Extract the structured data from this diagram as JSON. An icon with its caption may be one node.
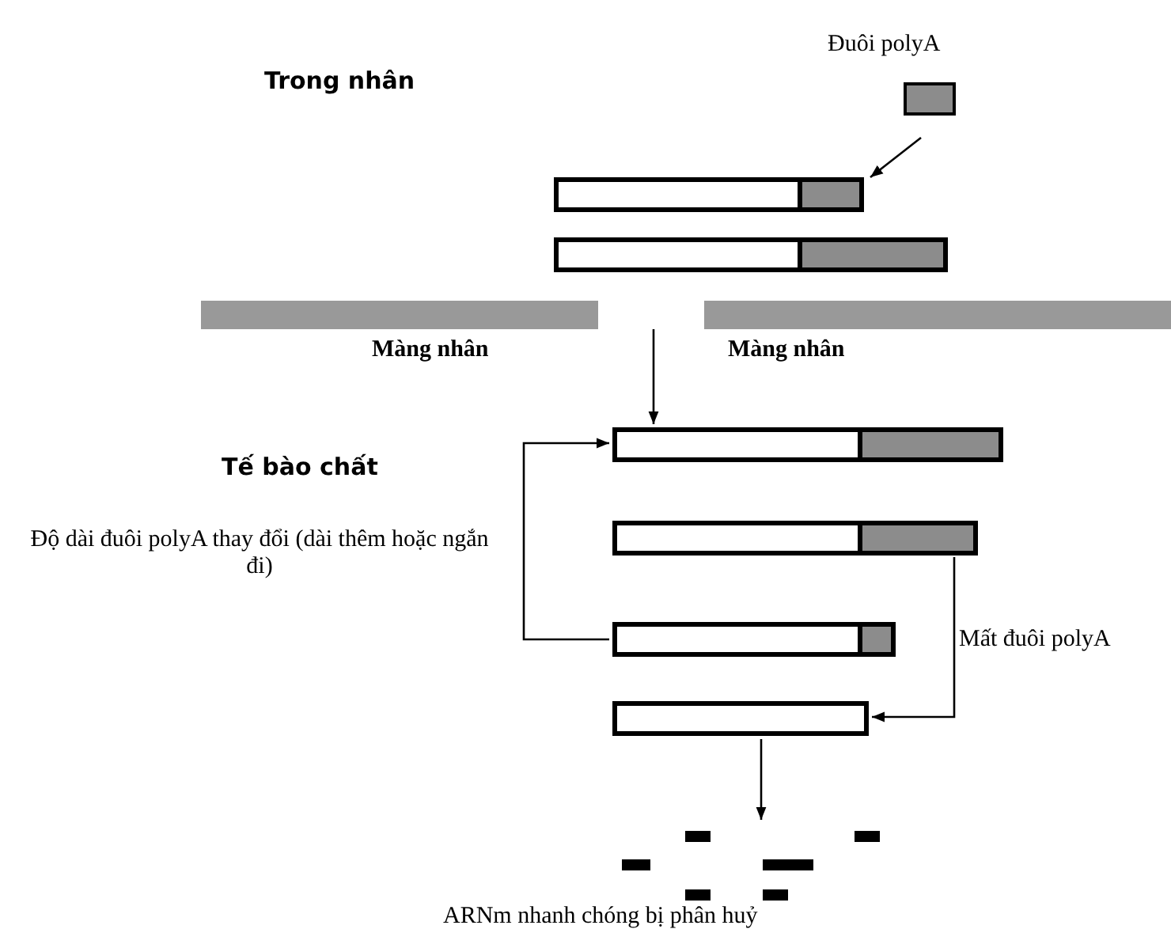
{
  "diagram": {
    "nodes": [
      {
        "text": [
          "Đuôi polyA"
        ]
      },
      {
        "text": [],
        "shape": "bar"
      },
      {
        "text": [],
        "shape": "bar"
      },
      {
        "text": [
          "Màng nhân"
        ]
      },
      {
        "text": [
          "Màng nhân"
        ]
      },
      {
        "text": [],
        "shape": "bar"
      },
      {
        "text": [],
        "shape": "bar"
      },
      {
        "text": [],
        "shape": "bar"
      },
      {
        "text": [],
        "shape": "bar"
      },
      {
        "text": [
          "ARNm nhanh chóng bị phân huỷ"
        ]
      }
    ],
    "edges": [
      {
        "from": 0,
        "to": 1,
        "arrow": "to"
      },
      {
        "from": null,
        "to": 5,
        "arrow": "to"
      },
      {
        "from": 7,
        "to": 5,
        "arrow": "to",
        "label": "Độ dài đuôi polyA thay đổi (dài thêm hoặc ngắn đi)"
      },
      {
        "from": 6,
        "to": 8,
        "arrow": "to",
        "label": "Mất đuôi polyA"
      },
      {
        "from": 8,
        "to": 9,
        "arrow": "to"
      }
    ],
    "labels": [
      "Trong nhân",
      "Tế bào chất"
    ]
  }
}
